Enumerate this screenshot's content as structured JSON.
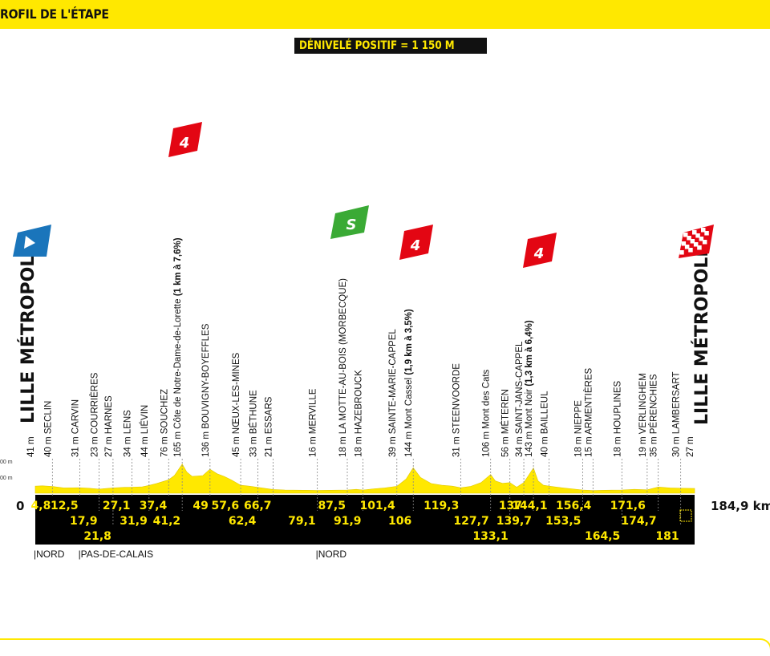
{
  "header": {
    "title": "ROFIL DE L'ÉTAPE"
  },
  "elevation_badge": "DÉNIVELÉ POSITIF = 1 150 M",
  "colors": {
    "brand_yellow": "#ffe800",
    "climb_red": "#e30613",
    "sprint_green": "#3aaa35",
    "start_blue": "#1a75bb",
    "band_black": "#000000"
  },
  "chart_data": {
    "type": "area",
    "total_label": "184,9 km",
    "zero_label": "0",
    "y_tick_labels": [
      "00 m",
      "00 m"
    ],
    "profile": {
      "x": [
        0,
        2,
        4.8,
        8,
        12.5,
        15,
        17.9,
        21.8,
        25,
        27.1,
        30,
        31.9,
        34,
        37.4,
        39,
        41.2,
        42.5,
        44,
        47,
        49,
        51,
        53,
        55,
        57.6,
        60,
        62.4,
        66.7,
        70,
        75,
        79.1,
        83,
        87.5,
        90,
        91.9,
        95,
        98,
        101.4,
        104,
        106,
        108,
        111,
        114,
        117,
        119.3,
        122,
        125,
        127.7,
        129,
        131,
        133.1,
        135,
        137,
        139.7,
        141,
        142.5,
        144.1,
        148,
        153.5,
        156.4,
        160,
        164.5,
        168,
        171.6,
        174.7,
        178,
        181,
        184.9
      ],
      "y": [
        40,
        42,
        38,
        30,
        31,
        28,
        23,
        30,
        33,
        34,
        36,
        44,
        55,
        76,
        100,
        165,
        120,
        95,
        100,
        136,
        110,
        95,
        75,
        45,
        40,
        33,
        21,
        18,
        17,
        16,
        17,
        18,
        22,
        18,
        25,
        30,
        39,
        80,
        144,
        90,
        55,
        45,
        40,
        31,
        38,
        60,
        106,
        70,
        56,
        60,
        34,
        60,
        143,
        70,
        45,
        40,
        30,
        18,
        15,
        17,
        18,
        22,
        19,
        35,
        30,
        28,
        27
      ]
    },
    "km_markers": [
      {
        "km": 4.8,
        "label": "4,8",
        "row": 1
      },
      {
        "km": 12.5,
        "label": "12,5",
        "row": 1
      },
      {
        "km": 17.9,
        "label": "17,9",
        "row": 2
      },
      {
        "km": 21.8,
        "label": "21,8",
        "row": 3
      },
      {
        "km": 27.1,
        "label": "27,1",
        "row": 1
      },
      {
        "km": 31.9,
        "label": "31,9",
        "row": 2
      },
      {
        "km": 37.4,
        "label": "37,4",
        "row": 1
      },
      {
        "km": 41.2,
        "label": "41,2",
        "row": 2
      },
      {
        "km": 49,
        "label": "49",
        "row": 1
      },
      {
        "km": 57.6,
        "label": "57,6",
        "row": 1
      },
      {
        "km": 62.4,
        "label": "62,4",
        "row": 2
      },
      {
        "km": 66.7,
        "label": "66,7",
        "row": 1
      },
      {
        "km": 79.1,
        "label": "79,1",
        "row": 2
      },
      {
        "km": 87.5,
        "label": "87,5",
        "row": 1
      },
      {
        "km": 91.9,
        "label": "91,9",
        "row": 2
      },
      {
        "km": 101.4,
        "label": "101,4",
        "row": 1
      },
      {
        "km": 106,
        "label": "106",
        "row": 2
      },
      {
        "km": 119.3,
        "label": "119,3",
        "row": 1
      },
      {
        "km": 127.7,
        "label": "127,7",
        "row": 2
      },
      {
        "km": 133.1,
        "label": "133,1",
        "row": 3
      },
      {
        "km": 137,
        "label": "137",
        "row": 1
      },
      {
        "km": 139.7,
        "label": "139,7",
        "row": 2
      },
      {
        "km": 144.1,
        "label": "144,1",
        "row": 1
      },
      {
        "km": 153.5,
        "label": "153,5",
        "row": 2
      },
      {
        "km": 156.4,
        "label": "156,4",
        "row": 1
      },
      {
        "km": 164.5,
        "label": "164,5",
        "row": 3
      },
      {
        "km": 171.6,
        "label": "171,6",
        "row": 1
      },
      {
        "km": 174.7,
        "label": "174,7",
        "row": 2
      },
      {
        "km": 181,
        "label": "181",
        "row": 3
      }
    ],
    "places": [
      {
        "km": 4.8,
        "text": "40 m SECLIN"
      },
      {
        "km": 12.5,
        "text": "31 m CARVIN"
      },
      {
        "km": 17.9,
        "text": "23 m COURRIÈRES"
      },
      {
        "km": 21.8,
        "text": "27 m HARNES"
      },
      {
        "km": 27.1,
        "text": "34 m LENS"
      },
      {
        "km": 31.9,
        "text": "44 m LIÉVIN"
      },
      {
        "km": 37.4,
        "text": "76 m SOUCHEZ"
      },
      {
        "km": 41.2,
        "text": "165 m Côte de Notre-Dame-de-Lorette",
        "bold": "(1 km à 7,6%)"
      },
      {
        "km": 49,
        "text": "136 m BOUVIGNY-BOYEFFLES"
      },
      {
        "km": 57.6,
        "text": "45 m NŒUX-LES-MINES"
      },
      {
        "km": 62.4,
        "text": "33 m BÉTHUNE"
      },
      {
        "km": 66.7,
        "text": "21 m ESSARS"
      },
      {
        "km": 79.1,
        "text": "16 m MERVILLE"
      },
      {
        "km": 87.5,
        "text": "18 m LA MOTTE-AU-BOIS (MORBECQUE)"
      },
      {
        "km": 91.9,
        "text": "18 m HAZEBROUCK"
      },
      {
        "km": 101.4,
        "text": "39 m SAINTE-MARIE-CAPPEL"
      },
      {
        "km": 106,
        "text": "144 m Mont Cassel",
        "bold": "(1,9 km à 3,5%)"
      },
      {
        "km": 119.3,
        "text": "31 m STEENVOORDE"
      },
      {
        "km": 127.7,
        "text": "106 m Mont des Cats"
      },
      {
        "km": 133.1,
        "text": "56 m MÉTEREN"
      },
      {
        "km": 137,
        "text": "34 m SAINT-JANS-CAPPEL"
      },
      {
        "km": 139.7,
        "text": "143 m Mont Noir",
        "bold": "(1,3 km à 6,4%)"
      },
      {
        "km": 144.1,
        "text": "40 m BAILLEUL"
      },
      {
        "km": 153.5,
        "text": "18 m NIEPPE"
      },
      {
        "km": 156.4,
        "text": "15 m ARMENTIÈRES"
      },
      {
        "km": 164.5,
        "text": "18 m HOUPLINES"
      },
      {
        "km": 171.6,
        "text": "19 m VERLINGHEM"
      },
      {
        "km": 174.7,
        "text": "35 m PÉRENCHIES"
      },
      {
        "km": 181,
        "text": "30 m LAMBERSART"
      },
      {
        "km": 184.9,
        "text": "27 m"
      }
    ],
    "start": {
      "km": 0,
      "altitude": "41 m",
      "name": "LILLE MÉTROPOLE"
    },
    "finish": {
      "km": 184.9,
      "name": "LILLE MÉTROPOLE"
    },
    "climb_flags": [
      {
        "km": 41.2,
        "category": "4",
        "color": "#e30613"
      },
      {
        "km": 106,
        "category": "4",
        "color": "#e30613"
      },
      {
        "km": 139.7,
        "category": "4",
        "color": "#e30613"
      }
    ],
    "sprint_flag": {
      "km": 91.9,
      "label": "S",
      "color": "#3aaa35"
    },
    "regions": [
      {
        "km": 0,
        "text": "|NORD"
      },
      {
        "km": 12.5,
        "text": "|PAS-DE-CALAIS"
      },
      {
        "km": 79.1,
        "text": "|NORD"
      }
    ]
  }
}
